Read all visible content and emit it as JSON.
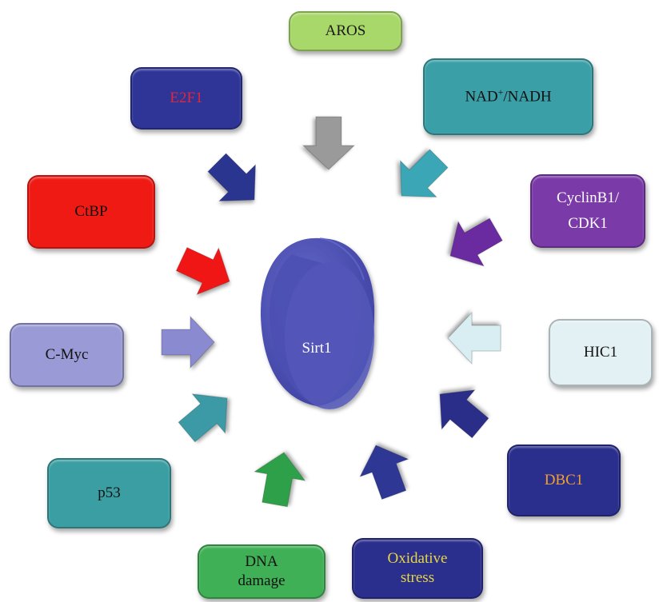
{
  "center": {
    "label": "Sirt1",
    "color": "#4b4fb0"
  },
  "boxes": {
    "aros": {
      "label": "AROS",
      "bg": "#a9d86a",
      "fg": "#1a1a1a"
    },
    "nad": {
      "label_main": "NAD",
      "label_sup": "+",
      "label_rest": "/NADH",
      "bg": "#3a9fa6",
      "fg": "#111111"
    },
    "e2f1": {
      "label": "E2F1",
      "bg": "#2e3596",
      "fg": "#e0283c"
    },
    "cyclinb1": {
      "line1": "CyclinB1/",
      "line2": "CDK1",
      "bg": "#7a3aa8",
      "fg": "#ffffff"
    },
    "ctbp": {
      "label": "CtBP",
      "bg": "#f01a14",
      "fg": "#111111"
    },
    "hic1": {
      "label": "HIC1",
      "bg": "#e3f1f5",
      "fg": "#111111"
    },
    "cmyc": {
      "label": "C-Myc",
      "bg": "#9a9ad6",
      "fg": "#111111"
    },
    "dbc1": {
      "label": "DBC1",
      "bg": "#2a2e8c",
      "fg": "#f0a030"
    },
    "p53": {
      "label": "p53",
      "bg": "#3b9ea2",
      "fg": "#111111"
    },
    "oxidative": {
      "line1": "Oxidative",
      "line2": "stress",
      "bg": "#2a2e8c",
      "fg": "#e8d840"
    },
    "dna": {
      "line1": "DNA",
      "line2": "damage",
      "bg": "#3fb055",
      "fg": "#111111"
    }
  },
  "arrows": [
    {
      "id": "aros",
      "color": "#9a9a9a"
    },
    {
      "id": "nad",
      "color": "#3aa6b5"
    },
    {
      "id": "e2f1",
      "color": "#2c3590"
    },
    {
      "id": "cyclinb1",
      "color": "#6a2aa0"
    },
    {
      "id": "ctbp",
      "color": "#f01818"
    },
    {
      "id": "hic1",
      "color": "#d8eef2"
    },
    {
      "id": "cmyc",
      "color": "#8a8ad0"
    },
    {
      "id": "dbc1",
      "color": "#2a2e88"
    },
    {
      "id": "p53",
      "color": "#3a9aa5"
    },
    {
      "id": "oxidative",
      "color": "#2e3794"
    },
    {
      "id": "dna",
      "color": "#2fa048"
    }
  ]
}
